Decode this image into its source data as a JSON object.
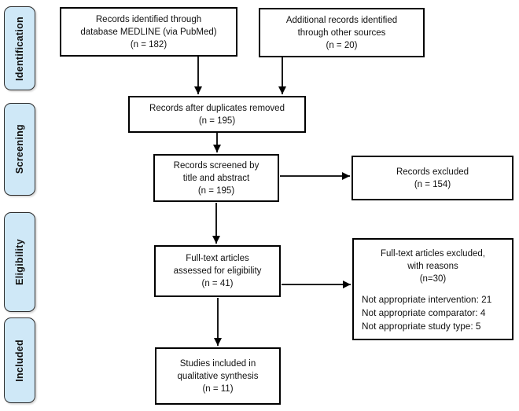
{
  "diagram": {
    "type": "prisma-flowchart",
    "stages": [
      {
        "label": "Identification"
      },
      {
        "label": "Screening"
      },
      {
        "label": "Eligibility"
      },
      {
        "label": "Included"
      }
    ],
    "boxes": {
      "identified_database": {
        "text": "Records identified through\ndatabase MEDLINE (via PubMed)\n(n = 182)",
        "n": 182
      },
      "identified_other": {
        "text": "Additional records identified\nthrough other sources\n(n = 20)",
        "n": 20
      },
      "after_duplicates": {
        "text": "Records after duplicates removed\n(n = 195)",
        "n": 195
      },
      "screened": {
        "text": "Records screened by\ntitle and abstract\n(n = 195)",
        "n": 195
      },
      "records_excluded": {
        "text": "Records excluded\n(n = 154)",
        "n": 154
      },
      "fulltext_assessed": {
        "text": "Full-text articles\nassessed for eligibility\n(n = 41)",
        "n": 41
      },
      "fulltext_excluded": {
        "header": "Full-text articles excluded,\nwith reasons\n(n=30)",
        "n": 30,
        "reasons": "Not appropriate intervention: 21\nNot appropriate comparator: 4\nNot appropriate study type: 5"
      },
      "included_qualitative": {
        "text": "Studies included in\nqualitative synthesis\n(n = 11)",
        "n": 11
      }
    },
    "colors": {
      "stage_fill": "#cfe8f7",
      "stage_border": "#2d2d2d",
      "box_fill": "#ffffff",
      "box_border": "#000000",
      "arrow": "#000000",
      "background": "#ffffff"
    }
  }
}
